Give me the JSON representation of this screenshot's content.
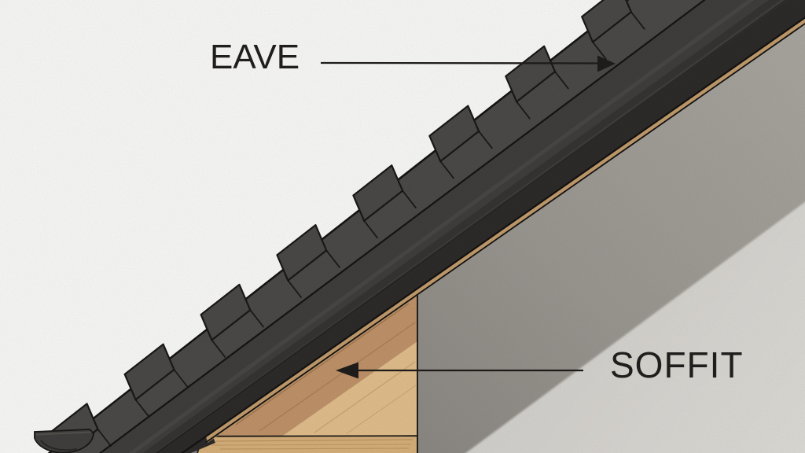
{
  "diagram": {
    "annotations": [
      {
        "label": "EAVE",
        "target": "roof-tile-edge",
        "arrow_direction": "right"
      },
      {
        "label": "SOFFIT",
        "target": "soffit-panel",
        "arrow_direction": "left"
      }
    ],
    "palette": {
      "sky": "#fcfcfb",
      "roof_tile_band": "#4d4b49",
      "roof_main_band": "#413f3d",
      "roof_lower_band": "#2e2c2a",
      "roof_outline": "#161514",
      "deck_edge_tan": "#c49d6d",
      "wall_shadow": "#a19d97",
      "wall_shadow_deep": "#8c8883",
      "wall_light": "#dbd9d4",
      "soffit_wood_dark": "#c2946a",
      "soffit_wood_light": "#e4c08d",
      "fascia_wood": "#d9b27c",
      "gutter": "#42403e",
      "label_text": "#201e1c"
    }
  }
}
